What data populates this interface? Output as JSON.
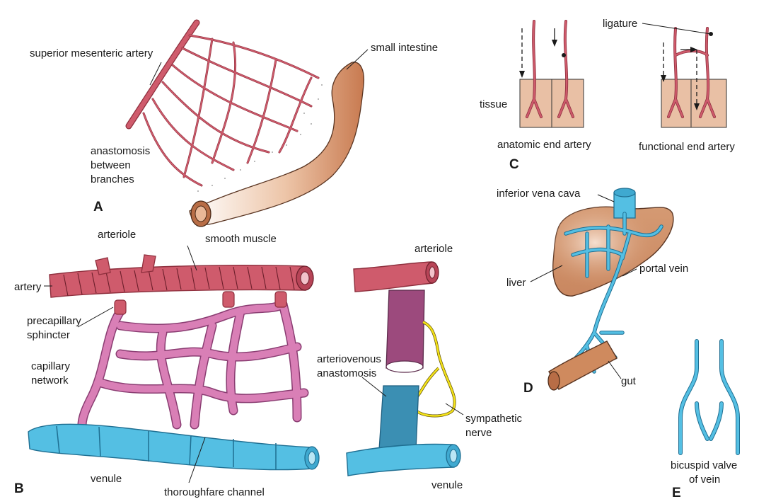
{
  "colors": {
    "artery": "#cf5b6c",
    "artery_dark": "#8e2f3d",
    "capillary": "#d97fb6",
    "capillary_dark": "#8a3d72",
    "vein": "#54bfe3",
    "vein_dark": "#1f6f92",
    "intestine": "#d08c65",
    "tissue": "#e9c0a5",
    "liver": "#c98760",
    "nerve": "#f3e21a"
  },
  "panels": {
    "A": {
      "letter": "A",
      "superior_mesenteric_artery": "superior mesenteric artery",
      "small_intestine": "small intestine",
      "anastomosis": [
        "anastomosis",
        "between",
        "branches"
      ]
    },
    "B": {
      "letter": "B",
      "arteriole_left": "arteriole",
      "smooth_muscle": "smooth muscle",
      "artery": "artery",
      "precapillary_sphincter": [
        "precapillary",
        "sphincter"
      ],
      "capillary_network": [
        "capillary",
        "network"
      ],
      "venule_left": "venule",
      "thoroughfare_channel": "thoroughfare channel",
      "arteriole_right": "arteriole",
      "arteriovenous_anastomosis": [
        "arteriovenous",
        "anastomosis"
      ],
      "sympathetic_nerve": [
        "sympathetic",
        "nerve"
      ],
      "venule_right": "venule"
    },
    "C": {
      "letter": "C",
      "ligature": "ligature",
      "tissue": "tissue",
      "anatomic_end_artery": "anatomic end artery",
      "functional_end_artery": "functional end artery"
    },
    "D": {
      "letter": "D",
      "inferior_vena_cava": "inferior vena cava",
      "liver": "liver",
      "portal_vein": "portal vein",
      "gut": "gut"
    },
    "E": {
      "letter": "E",
      "bicuspid_valve": [
        "bicuspid valve",
        "of vein"
      ]
    }
  }
}
